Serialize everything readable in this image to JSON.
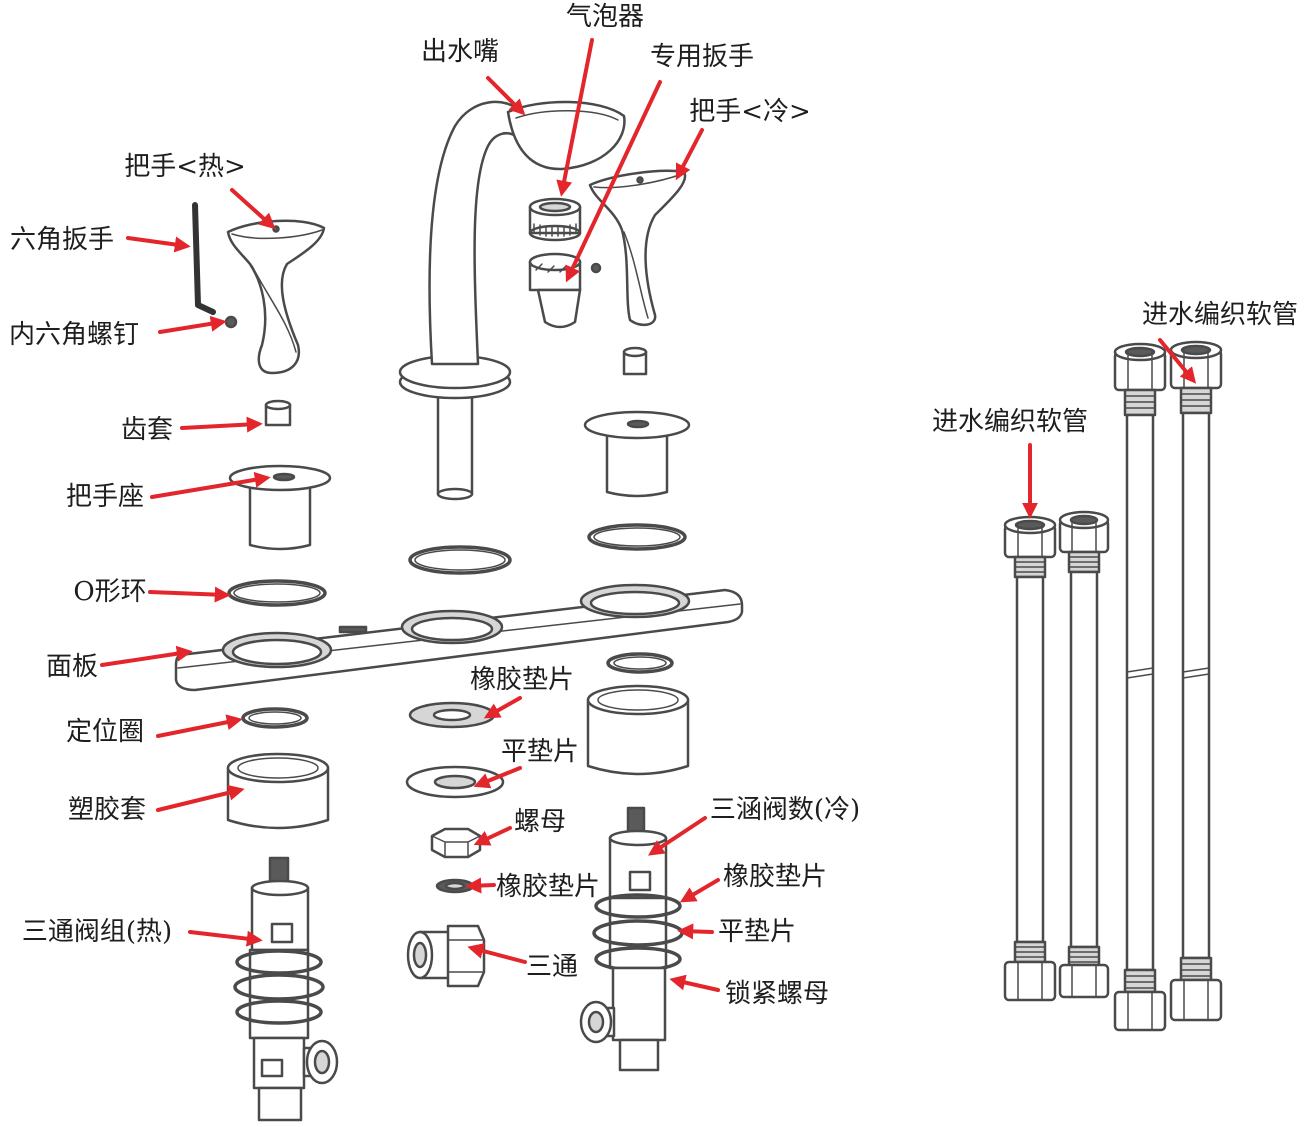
{
  "labels": {
    "aerator": "气泡器",
    "spout": "出水嘴",
    "special_wrench": "专用扳手",
    "handle_cold": "把手<冷>",
    "handle_hot": "把手<热>",
    "hex_wrench": "六角扳手",
    "hex_socket_screw": "内六角螺钉",
    "spline_sleeve": "齿套",
    "handle_seat": "把手座",
    "o_ring": "O形环",
    "panel": "面板",
    "locating_ring": "定位圈",
    "plastic_sleeve": "塑胶套",
    "tee_valve_hot": "三通阀组(热)",
    "rubber_gasket_1": "橡胶垫片",
    "flat_washer_1": "平垫片",
    "nut": "螺母",
    "rubber_gasket_2": "橡胶垫片",
    "tee": "三通",
    "tee_valve_cold": "三涵阀数(冷)",
    "rubber_gasket_3": "橡胶垫片",
    "flat_washer_2": "平垫片",
    "lock_nut": "锁紧螺母",
    "inlet_hose_1": "进水编织软管",
    "inlet_hose_2": "进水编织软管"
  },
  "colors": {
    "arrow": "#e3262b",
    "line": "#4a4a4a",
    "text": "#1e1e1e",
    "shade": "#d6d6d6"
  }
}
